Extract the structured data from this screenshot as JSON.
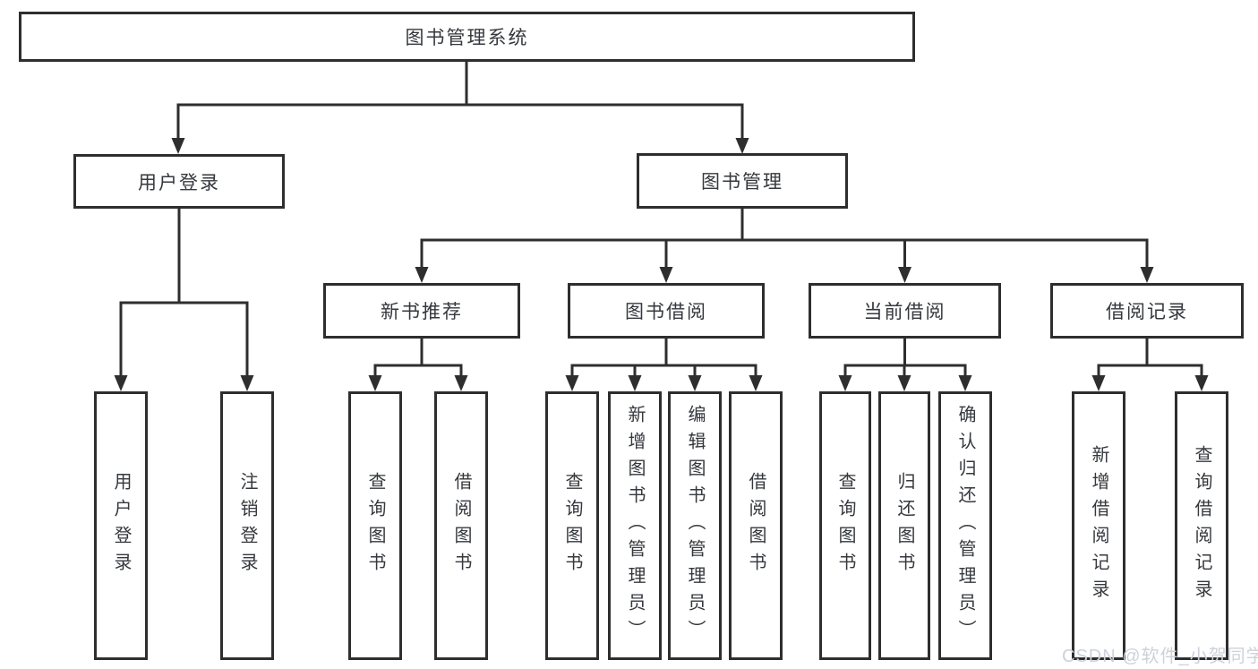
{
  "diagram": {
    "tree": {
      "label": "图书管理系统",
      "children": [
        {
          "label": "用户登录",
          "children": [
            {
              "label": "用户登录"
            },
            {
              "label": "注销登录"
            }
          ]
        },
        {
          "label": "图书管理",
          "children": [
            {
              "label": "新书推荐",
              "children": [
                {
                  "label": "查询图书"
                },
                {
                  "label": "借阅图书"
                }
              ]
            },
            {
              "label": "图书借阅",
              "children": [
                {
                  "label": "查询图书"
                },
                {
                  "label": "新增图书（管理员）"
                },
                {
                  "label": "编辑图书（管理员）"
                },
                {
                  "label": "借阅图书"
                }
              ]
            },
            {
              "label": "当前借阅",
              "children": [
                {
                  "label": "查询图书"
                },
                {
                  "label": "归还图书"
                },
                {
                  "label": "确认归还（管理员）"
                }
              ]
            },
            {
              "label": "借阅记录",
              "children": [
                {
                  "label": "新增借阅记录"
                },
                {
                  "label": "查询借阅记录"
                }
              ]
            }
          ]
        }
      ]
    }
  },
  "watermark": {
    "text": "CSDN @软件_小贺同学"
  },
  "colors": {
    "line": "#2e2e2e",
    "box_border": "#2e2e2e",
    "box_background": "#ffffff",
    "text": "#35383d",
    "watermark_text": "#cdd2da",
    "page_background": "#ffffff"
  }
}
